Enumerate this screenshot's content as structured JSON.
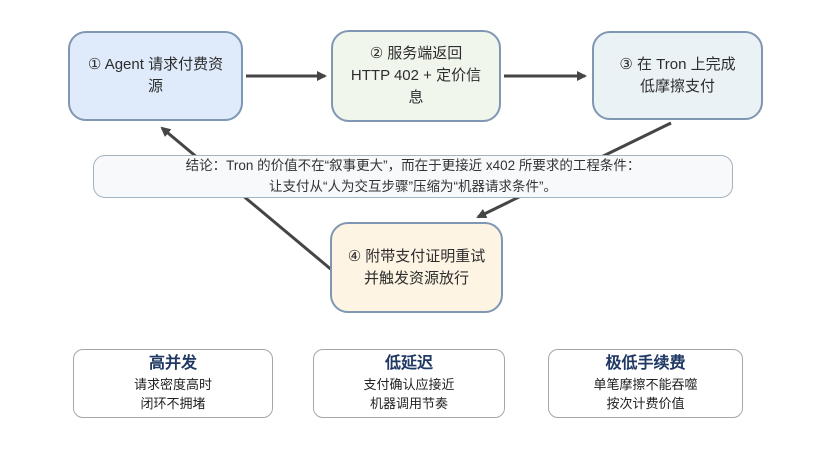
{
  "flow": {
    "step1": {
      "lines": [
        "① Agent 请求付费资",
        "源"
      ]
    },
    "step2": {
      "lines": [
        "② 服务端返回",
        "HTTP 402 + 定价信",
        "息"
      ]
    },
    "step3": {
      "lines": [
        "③ 在 Tron 上完成",
        "低摩擦支付"
      ]
    },
    "step4": {
      "lines": [
        "④ 附带支付证明重试",
        "并触发资源放行"
      ]
    }
  },
  "conclusion": {
    "lines": [
      "结论：Tron 的价值不在“叙事更大”，而在于更接近 x402 所要求的工程条件：",
      "让支付从“人为交互步骤”压缩为“机器请求条件”。"
    ]
  },
  "benefits": [
    {
      "title": "高并发",
      "lines": [
        "请求密度高时",
        "闭环不拥堵"
      ]
    },
    {
      "title": "低延迟",
      "lines": [
        "支付确认应接近",
        "机器调用节奏"
      ]
    },
    {
      "title": "极低手续费",
      "lines": [
        "单笔摩擦不能吞噬",
        "按次计费价值"
      ]
    }
  ],
  "palette": {
    "step1_fill": "#dfeafa",
    "step2_fill": "#f1f6ed",
    "step3_fill": "#ebf2f6",
    "step4_fill": "#fdf4e3",
    "node_border": "#7f97b2",
    "conclusion_fill": "#f7f9fb",
    "conclusion_border": "#a4b3c0",
    "benefit_border": "#a6a6a6",
    "benefit_title_color": "#1f3864",
    "arrow_color": "#454545",
    "text_color": "#2d2d2d"
  }
}
